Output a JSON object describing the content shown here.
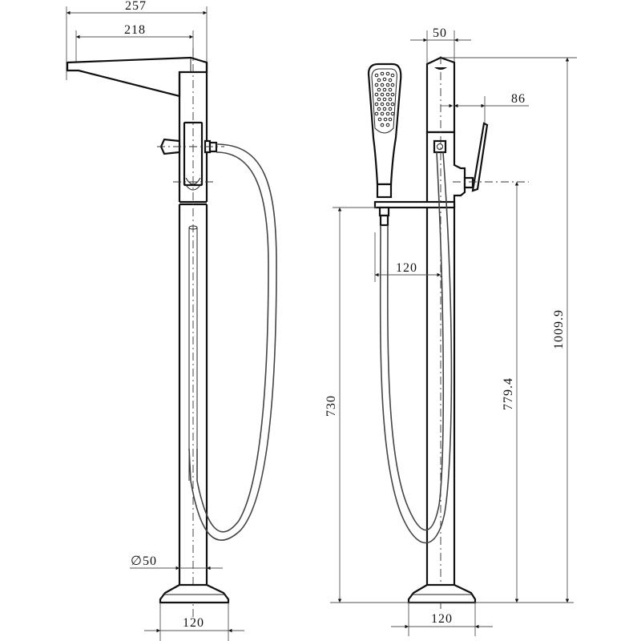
{
  "drawing": {
    "subject": "Freestanding bath mixer with hand shower",
    "views": [
      "side-view",
      "front-view"
    ],
    "units": "mm"
  },
  "side_view": {
    "dimensions": {
      "spout_overall_length": "257",
      "spout_reach": "218",
      "pipe_diameter": "∅50",
      "base_width": "120"
    }
  },
  "front_view": {
    "dimensions": {
      "body_width": "50",
      "lever_offset": "86",
      "handshower_offset": "120",
      "holder_height": "730",
      "lever_height": "779.4",
      "overall_height": "1009.9",
      "base_width": "120"
    }
  },
  "colors": {
    "line": "#111111",
    "dimension_line": "#555555",
    "background": "#ffffff"
  }
}
